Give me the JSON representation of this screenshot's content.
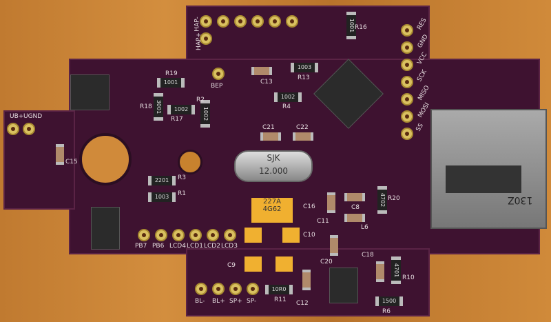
{
  "header_pins": [
    "HAP-",
    "HAP+",
    "BEP"
  ],
  "isp_labels": [
    "RES",
    "GND",
    "VCC",
    "SCK",
    "MISO",
    "MOSI",
    "SS"
  ],
  "left_pins": [
    "UB+",
    "UGND"
  ],
  "lcd_labels": [
    "PB7",
    "PB6",
    "LCD4",
    "LCD1",
    "LCD2",
    "LCD3"
  ],
  "bottom_labels": [
    "BL-",
    "BL+",
    "SP+",
    "SP-"
  ],
  "crystal": {
    "brand": "SJK",
    "freq": "12.000"
  },
  "tantalum": {
    "value": "227A",
    "code": "4G62"
  },
  "resistors": [
    {
      "ref": "R19",
      "val": "1001"
    },
    {
      "ref": "R18",
      "val": "3001"
    },
    {
      "ref": "R17",
      "val": "1002"
    },
    {
      "ref": "R13",
      "val": "1003"
    },
    {
      "ref": "R4",
      "val": "1002"
    },
    {
      "ref": "R3",
      "val": "2201"
    },
    {
      "ref": "R1",
      "val": "1003"
    },
    {
      "ref": "R11",
      "val": "10R0"
    },
    {
      "ref": "R6",
      "val": "1500"
    },
    {
      "ref": "R16",
      "val": "1001"
    },
    {
      "ref": "R2",
      "val": "1002"
    },
    {
      "ref": "R20",
      "val": "4702"
    },
    {
      "ref": "R10",
      "val": "4701"
    }
  ],
  "capacitors": [
    "C13",
    "C21",
    "C22",
    "C15",
    "C16",
    "C11",
    "C8",
    "C10",
    "C9",
    "C20",
    "C12",
    "C18"
  ],
  "inductor": "L6",
  "sd_card_text": "130Z"
}
